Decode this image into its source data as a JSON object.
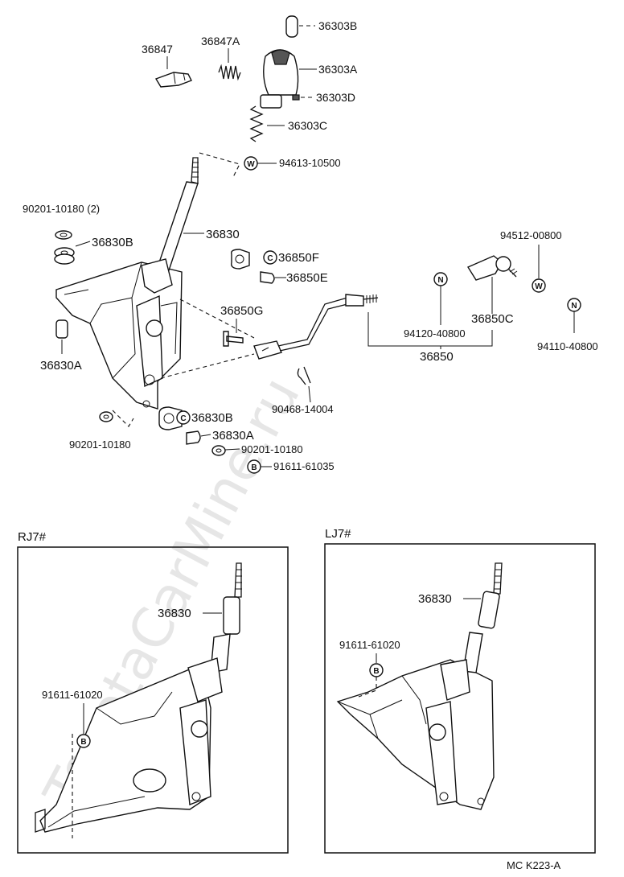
{
  "watermark": "ToyotaCarMine.ru",
  "diagram_code": "MC K223-A",
  "parts": {
    "p36847": "36847",
    "p36847A": "36847A",
    "p36303B": "36303B",
    "p36303A": "36303A",
    "p36303D": "36303D",
    "p36303C": "36303C",
    "p94613": "94613-10500",
    "p90201_2": "90201-10180 (2)",
    "p36830B_top": "36830B",
    "p36830_main": "36830",
    "p36830A_left": "36830A",
    "p36850F": "36850F",
    "p36850E": "36850E",
    "p36850G": "36850G",
    "p94512": "94512-00800",
    "p36850C": "36850C",
    "p94120": "94120-40800",
    "p36850": "36850",
    "p94110": "94110-40800",
    "p90468": "90468-14004",
    "p36830B_bot": "36830B",
    "p36830A_bot": "36830A",
    "p90201_left": "90201-10180",
    "p90201_right": "90201-10180",
    "p91611_main": "91611-61035"
  },
  "circle_marks": {
    "w1": "W",
    "w2": "W",
    "n1": "N",
    "n2": "N",
    "c1": "C",
    "c2": "C",
    "b1": "B",
    "b2": "B",
    "b3": "B"
  },
  "variants": {
    "rj7": {
      "title": "RJ7#",
      "lever_label": "36830",
      "bolt_label": "91611-61020"
    },
    "lj7": {
      "title": "LJ7#",
      "lever_label": "36830",
      "bolt_label": "91611-61020"
    }
  }
}
